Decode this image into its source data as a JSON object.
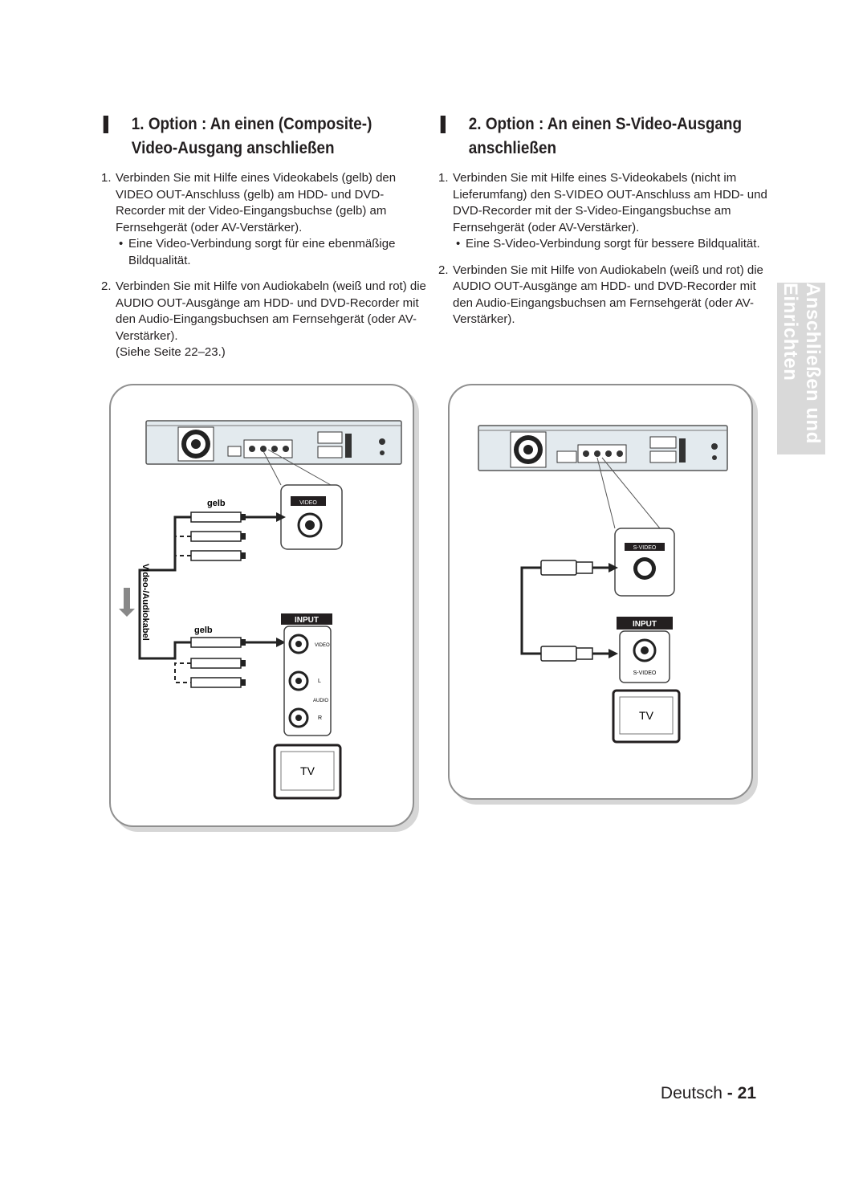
{
  "sections": [
    {
      "heading": "1. Option : An einen (Composite-) Video-Ausgang anschließen",
      "heading_line1": "1. Option : An einen (Composite-)",
      "heading_line2": "Video-Ausgang anschließen",
      "steps": [
        {
          "num": "1.",
          "text": "Verbinden Sie mit Hilfe eines Videokabels (gelb) den VIDEO OUT-Anschluss (gelb) am HDD- und DVD-Recorder mit der Video-Eingangsbuchse (gelb) am Fernsehgerät (oder AV-Verstärker).",
          "bullet": "Eine Video-Verbindung sorgt für eine ebenmäßige Bildqualität."
        },
        {
          "num": "2.",
          "text": "Verbinden Sie mit Hilfe von Audiokabeln (weiß und rot) die AUDIO OUT-Ausgänge am HDD- und DVD-Recorder mit den Audio-Eingangsbuchsen am Fernsehgerät (oder AV-Verstärker).",
          "note": "(Siehe Seite 22–23.)"
        }
      ]
    },
    {
      "heading": "2. Option : An einen S-Video-Ausgang anschließen",
      "heading_line1": "2. Option : An einen S-Video-Ausgang",
      "heading_line2": "anschließen",
      "steps": [
        {
          "num": "1.",
          "text": "Verbinden Sie mit Hilfe eines S-Videokabels (nicht im Lieferumfang) den S-VIDEO OUT-Anschluss am HDD- und DVD-Recorder mit der S-Video-Eingangsbuchse am Fernsehgerät (oder AV-Verstärker).",
          "bullet": "Eine S-Video-Verbindung sorgt für bessere Bildqualität."
        },
        {
          "num": "2.",
          "text": "Verbinden Sie mit Hilfe von Audiokabeln (weiß und rot) die AUDIO OUT-Ausgänge am HDD- und DVD-Recorder mit den Audio-Eingangsbuchsen am Fernsehgerät (oder AV-Verstärker)."
        }
      ]
    }
  ],
  "diagram_left": {
    "label_top": "gelb",
    "label_bottom": "gelb",
    "cable_label": "Video-/Audiokabel",
    "jack_video": "VIDEO",
    "input_title": "INPUT",
    "input_video": "VIDEO",
    "input_l": "L",
    "input_audio": "AUDIO",
    "input_r": "R",
    "tv": "TV"
  },
  "diagram_right": {
    "jack_svideo": "S-VIDEO",
    "input_title": "INPUT",
    "input_svideo": "S-VIDEO",
    "tv": "TV"
  },
  "side_tab": "Anschließen und Einrichten",
  "footer": {
    "language": "Deutsch",
    "separator": "-",
    "page": "21"
  },
  "colors": {
    "text": "#231f20",
    "side_tab": "#d9d9d9",
    "panel_border": "#8f8f8f",
    "device_body": "#e3eaee"
  }
}
